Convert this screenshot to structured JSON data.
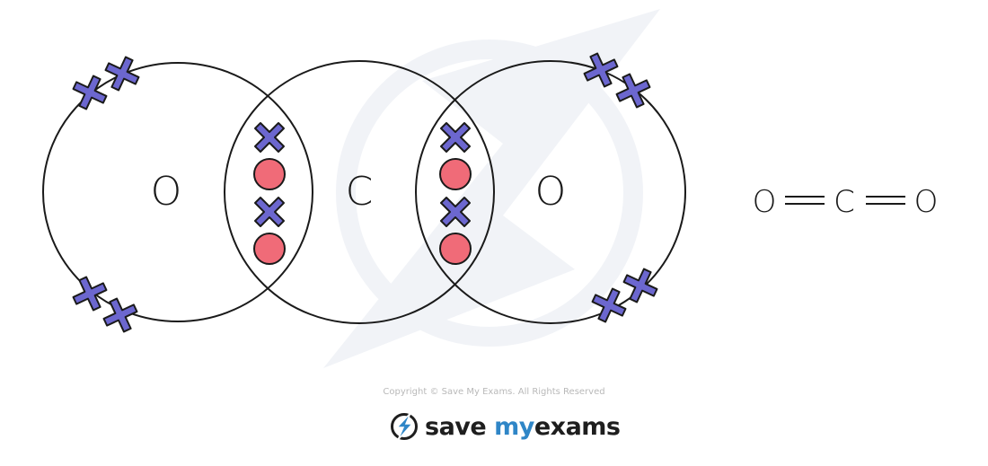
{
  "atoms": {
    "oxygen_left": "O",
    "carbon": "C",
    "oxygen_right": "O"
  },
  "displayed_formula": {
    "atom_1": "O",
    "atom_2": "C",
    "atom_3": "O",
    "bond_type": "double"
  },
  "electron_markers": {
    "oxygen_symbol": "cross",
    "carbon_symbol": "dot"
  },
  "colors": {
    "cross": "#6c67cf",
    "dot": "#f06b78",
    "outline": "#1a1a1a",
    "watermark": "#eef1f5"
  },
  "footer": {
    "copyright": "Copyright © Save My Exams. All Rights Reserved",
    "brand_word_1": "save",
    "brand_word_2": "my",
    "brand_word_3": "exams"
  }
}
